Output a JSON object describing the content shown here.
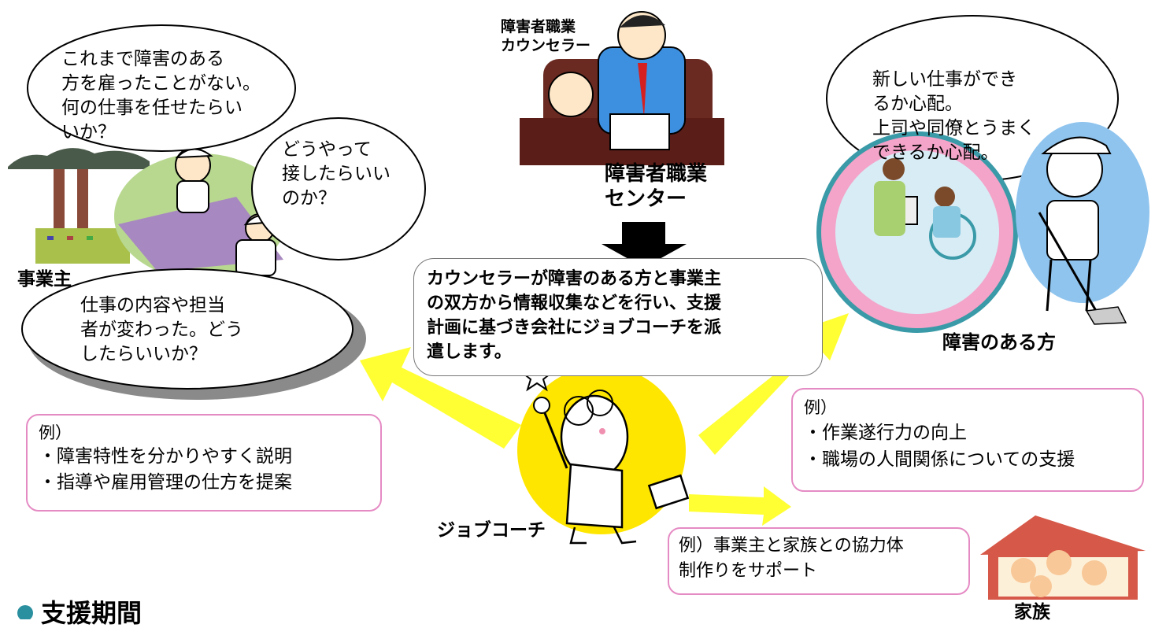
{
  "bubbles": {
    "employer_top": "これまで障害のある\n方を雇ったことがない。\n何の仕事を任せたらい\nいか？",
    "employer_contact": "どうやって\n接したらいい\nのか？",
    "employer_change": "仕事の内容や担当\n者が変わった。どう\nしたらいいか？",
    "person_worry": "新しい仕事ができ\nるか心配。\n上司や同僚とうまく\nできるか心配。"
  },
  "labels": {
    "employer": "事業主",
    "counselor": "障害者職業\nカウンセラー",
    "center": "障害者職業\nセンター",
    "person": "障害のある方",
    "job_coach": "ジョブコーチ",
    "family": "家族",
    "section_heading": "支援期間"
  },
  "center_text": "カウンセラーが障害のある方と事業主\nの双方から情報収集などを行い、支援\n計画に基づき会社にジョブコーチを派\n遣します。",
  "examples": {
    "employer": {
      "title": "例）",
      "items": [
        "・障害特性を分かりやすく説明",
        "・指導や雇用管理の仕方を提案"
      ]
    },
    "person": {
      "title": "例）",
      "items": [
        "・作業遂行力の向上",
        "・職場の人間関係についての支援"
      ]
    },
    "family": {
      "text": "例）事業主と家族との協力体\n制作りをサポート"
    }
  },
  "colors": {
    "arrow": "#ffff33",
    "example_border": "#e58bc4",
    "coach_circle": "#ffe600",
    "heading_bullet": "#2a8f9e"
  }
}
